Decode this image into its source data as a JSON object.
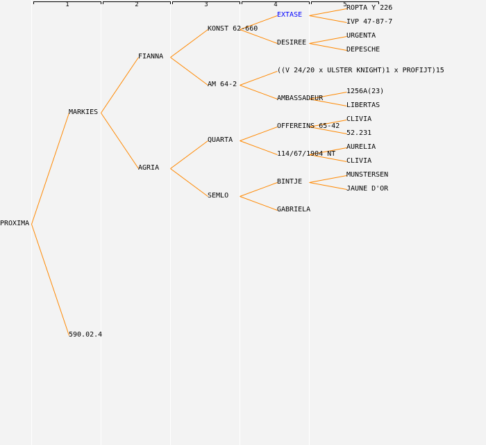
{
  "generations": [
    "1",
    "2",
    "3",
    "4",
    "5"
  ],
  "colors": {
    "line": "#ff8800",
    "highlight": "#0000ff",
    "text": "#000000"
  },
  "tree": {
    "name": "PROXIMA",
    "parents": [
      {
        "name": "MARKIES",
        "parents": [
          {
            "name": "FIANNA",
            "parents": [
              {
                "name": "KONST 62-660",
                "parents": [
                  {
                    "name": "EXTASE",
                    "highlight": true,
                    "parents": [
                      {
                        "name": "ROPTA Y 226"
                      },
                      {
                        "name": "IVP 47-87-7"
                      }
                    ]
                  },
                  {
                    "name": "DESIREE",
                    "parents": [
                      {
                        "name": "URGENTA"
                      },
                      {
                        "name": "DEPESCHE"
                      }
                    ]
                  }
                ]
              },
              {
                "name": "AM 64-2",
                "parents": [
                  {
                    "name": "((V 24/20 x ULSTER KNIGHT)1 x PROFIJT)15"
                  },
                  {
                    "name": "AMBASSADEUR",
                    "parents": [
                      {
                        "name": "1256A(23)"
                      },
                      {
                        "name": "LIBERTAS"
                      }
                    ]
                  }
                ]
              }
            ]
          },
          {
            "name": "AGRIA",
            "parents": [
              {
                "name": "QUARTA",
                "parents": [
                  {
                    "name": "OFFEREINS 65-42",
                    "parents": [
                      {
                        "name": "CLIVIA"
                      },
                      {
                        "name": "52.231"
                      }
                    ]
                  },
                  {
                    "name": "114/67/1904 NT",
                    "parents": [
                      {
                        "name": "AURELIA"
                      },
                      {
                        "name": "CLIVIA"
                      }
                    ]
                  }
                ]
              },
              {
                "name": "SEMLO",
                "parents": [
                  {
                    "name": "BINTJE",
                    "parents": [
                      {
                        "name": "MUNSTERSEN"
                      },
                      {
                        "name": "JAUNE D'OR"
                      }
                    ]
                  },
                  {
                    "name": "GABRIELA"
                  }
                ]
              }
            ]
          }
        ]
      },
      {
        "name": "590.02.4"
      }
    ]
  }
}
